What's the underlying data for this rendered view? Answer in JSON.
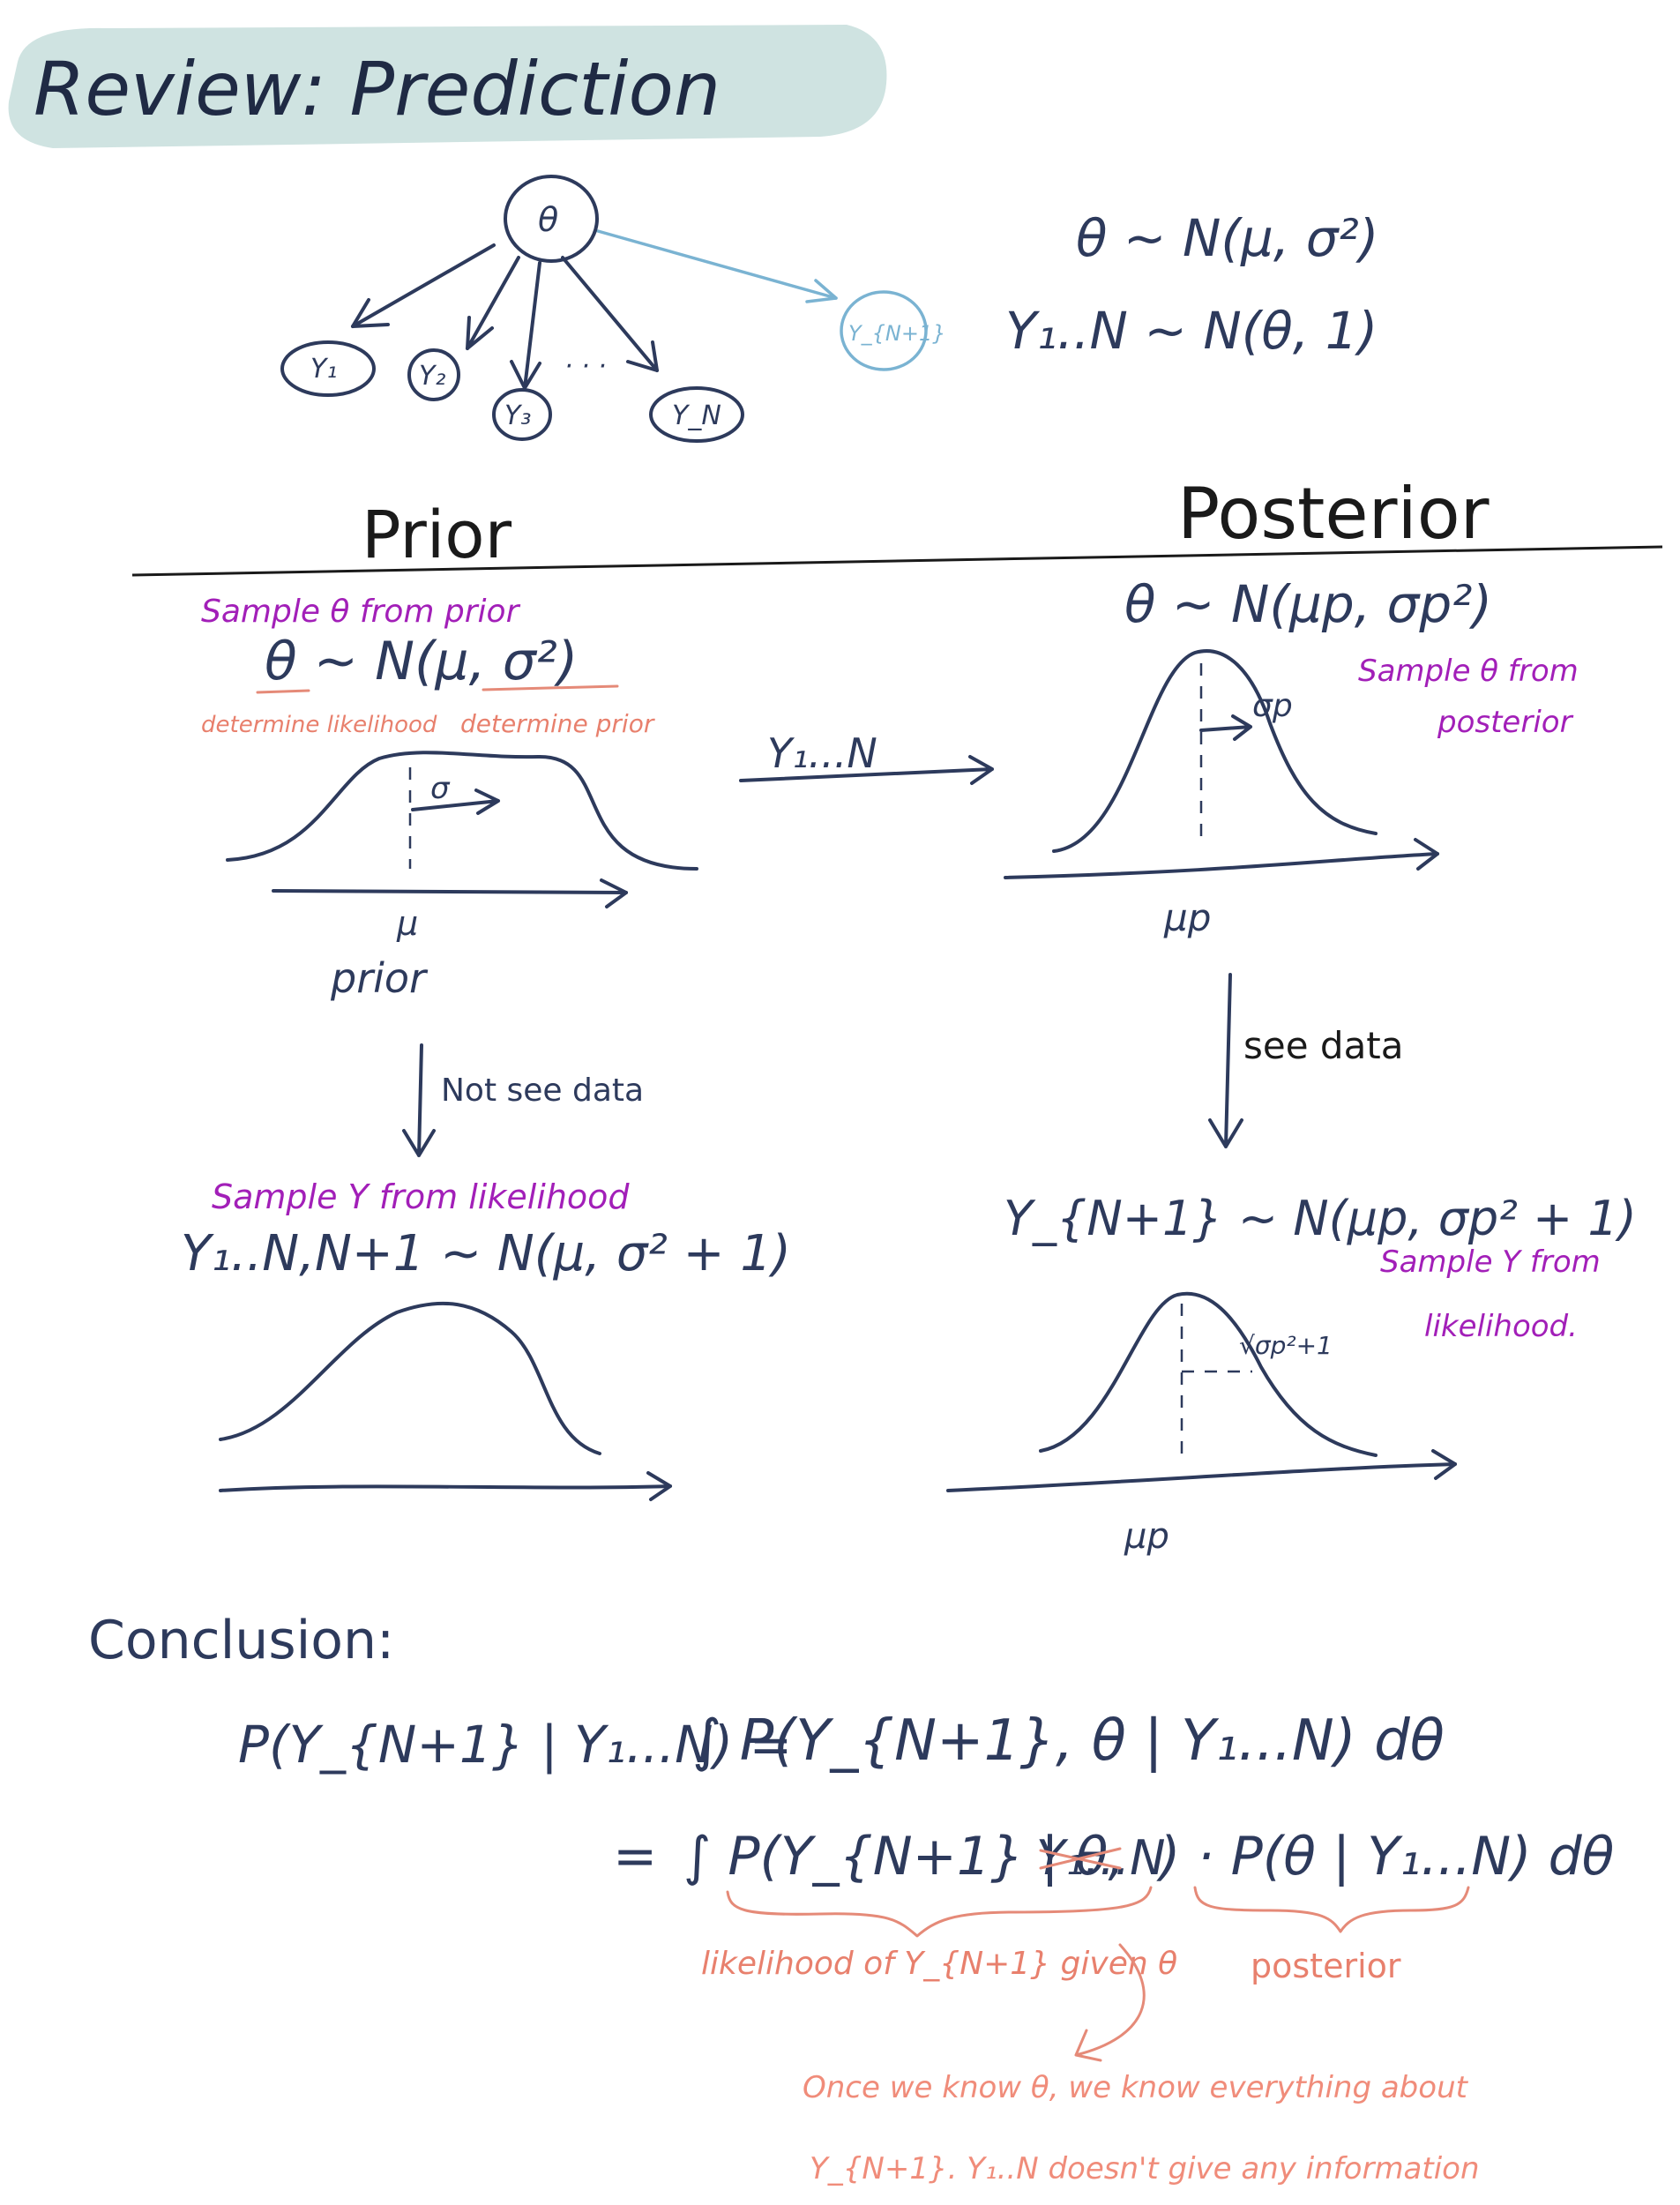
{
  "title": "Review: Prediction",
  "graph": {
    "root": "θ",
    "nodes": [
      "Y₁",
      "Y₂",
      "Y₃",
      "Y_N"
    ],
    "ellipsis": "· · ·",
    "new_node": "Y_{N+1}"
  },
  "model": {
    "theta_prior": "θ ~ N(μ, σ²)",
    "likelihood": "Y₁..N ~ N(θ, 1)"
  },
  "prior": {
    "heading": "Prior",
    "sample_note": "Sample θ from prior",
    "formula": "θ ~ N(μ, σ²)",
    "note_left": "determine likelihood",
    "note_right": "determine prior",
    "sigma_label": "σ",
    "mu_label": "μ",
    "curve_label": "prior",
    "arrow_label": "Not see data",
    "sample_y_note": "Sample Y from likelihood",
    "predictive": "Y₁..N,N+1 ~ N(μ, σ² + 1)"
  },
  "transition": {
    "label": "Y₁...N"
  },
  "posterior": {
    "heading": "Posterior",
    "formula": "θ ~ N(μp, σp²)",
    "sample_note_1": "Sample θ from",
    "sample_note_2": "posterior",
    "sigma_label": "σp",
    "mu_label": "μp",
    "arrow_label": "see data",
    "predictive": "Y_{N+1} ~ N(μp, σp² + 1)",
    "sample_y_note_1": "Sample Y from",
    "sample_y_note_2": "likelihood.",
    "spread_label": "√σp²+1",
    "mu_label_2": "μp"
  },
  "conclusion": {
    "label": "Conclusion:",
    "line1_lhs": "P(Y_{N+1} | Y₁...N) =",
    "line1_rhs": "∫ P(Y_{N+1}, θ | Y₁...N) dθ",
    "line2_eq": "=",
    "line2_a": "∫ P(Y_{N+1} | θ,",
    "line2_struck": "Y₁...N",
    "line2_b": ") · P(θ | Y₁...N) dθ",
    "brace1_label": "likelihood of Y_{N+1} given θ",
    "brace2_label": "posterior",
    "note_line1": "Once we know θ, we know everything about",
    "note_line2": "Y_{N+1}. Y₁..N doesn't give any information"
  },
  "colors": {
    "ink": "#2d3a5c",
    "purple": "#a21fb8",
    "salmon": "#e8806d",
    "light_blue": "#7ab3d2",
    "highlight": "#cfe3e1"
  }
}
